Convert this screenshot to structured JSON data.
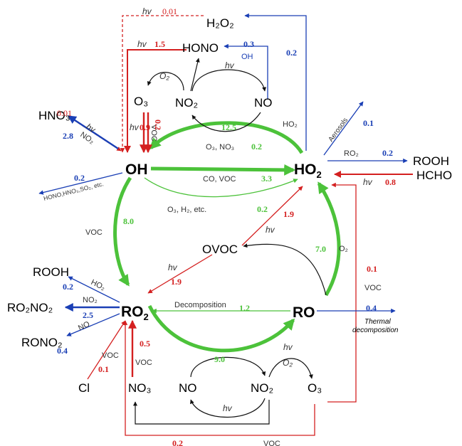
{
  "species": {
    "h2o2": "H₂O₂",
    "hono": "HONO",
    "o3_top": "O₃",
    "no2_top": "NO₂",
    "no_top": "NO",
    "hno3": "HNO₃",
    "oh": "OH",
    "ho2_main": "HO",
    "ho2_sub": "2",
    "rooh_right": "ROOH",
    "hcho": "HCHO",
    "ovoc": "OVOC",
    "ro": "RO",
    "rooh_left": "ROOH",
    "ro2no2": "RO₂NO₂",
    "rono2": "RONO₂",
    "ro2_main": "RO",
    "ro2_sub": "2",
    "cl": "Cl",
    "no3": "NO₃",
    "no_bottom": "NO",
    "no2_bottom": "NO₂",
    "o3_bottom": "O₃"
  },
  "labels": {
    "hv": "hv",
    "o2": "O₂",
    "oh_small": "OH",
    "ho2_small": "HO₂",
    "aerosols": "Aerosols",
    "ro2_small": "RO₂",
    "no2_small": "NO₂",
    "voc": "VOC",
    "o3_no3": "O₃, NO₃",
    "co_voc": "CO, VOC",
    "o3_h2_etc": "O₃, H₂, etc.",
    "hono_list": "HONO,HNO₃,SO₂, etc.",
    "decomposition": "Decomposition",
    "thermal_1": "Thermal",
    "thermal_2": "decomposition",
    "no_small": "NO"
  },
  "rates": {
    "r_0_01_top": "0.01",
    "r_1_5": "1.5",
    "r_0_3": "0.3",
    "r_0_2_h2o2": "0.2",
    "r_0_01_hno3": "0.01",
    "r_2_8": "2.8",
    "r_0_9": "0.9",
    "r_0_2_voc": "0.2",
    "r_12_5": "12.5",
    "r_0_2_o3no3": "0.2",
    "r_0_1_aer": "0.1",
    "r_0_2_rooh": "0.2",
    "r_0_2_oh_loss": "0.2",
    "r_3_3": "3.3",
    "r_0_2_o3h2": "0.2",
    "r_0_8": "0.8",
    "r_1_9_ovoc_ho2": "1.9",
    "r_8_0": "8.0",
    "r_7_0": "7.0",
    "r_0_1_voc": "0.1",
    "r_1_9_ovoc_ro2": "1.9",
    "r_0_2_rooh_l": "0.2",
    "r_2_5": "2.5",
    "r_1_2": "1.2",
    "r_0_4_thermal": "0.4",
    "r_0_4_rono2": "0.4",
    "r_0_5": "0.5",
    "r_0_1_cl": "0.1",
    "r_9_0": "9.0",
    "r_0_2_bottom": "0.2"
  },
  "colors": {
    "red": "#d42020",
    "blue": "#1a3fb5",
    "green": "#4cc23a",
    "black": "#111111"
  }
}
